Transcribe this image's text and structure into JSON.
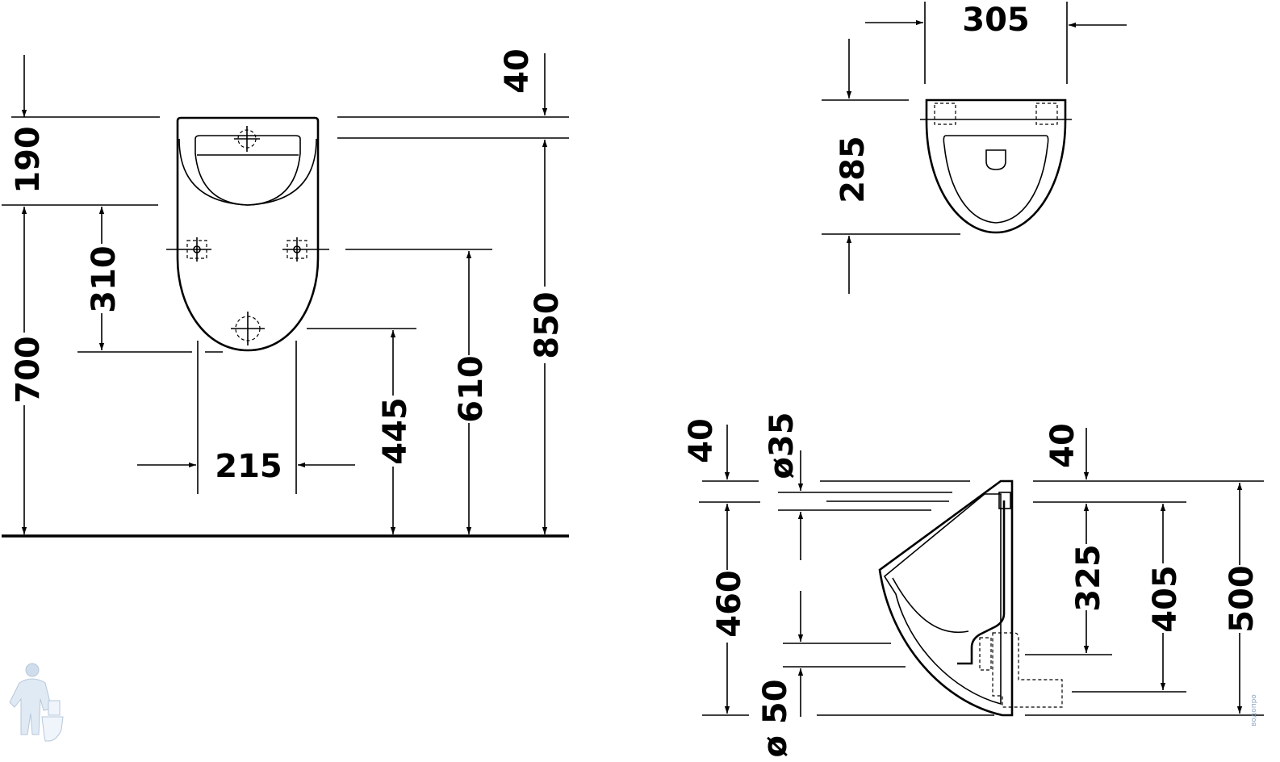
{
  "front_view": {
    "dims": {
      "top_offset": "40",
      "top_height": "190",
      "fixing_spacing": "310",
      "floor_to_fixing": "700",
      "hole_width": "215",
      "floor_to_outlet": "445",
      "floor_to_lower_fixing": "610",
      "total_height": "850"
    }
  },
  "top_view": {
    "dims": {
      "width": "305",
      "depth": "285"
    }
  },
  "side_view": {
    "dims": {
      "inlet_offset": "40",
      "inlet_diameter": "ø35",
      "inlet_height": "460",
      "outlet_diameter": "ø 50",
      "rim_offset": "40",
      "outlet_height": "325",
      "outlet_to_rim": "405",
      "total_depth": "500"
    }
  },
  "watermark": "водопро"
}
